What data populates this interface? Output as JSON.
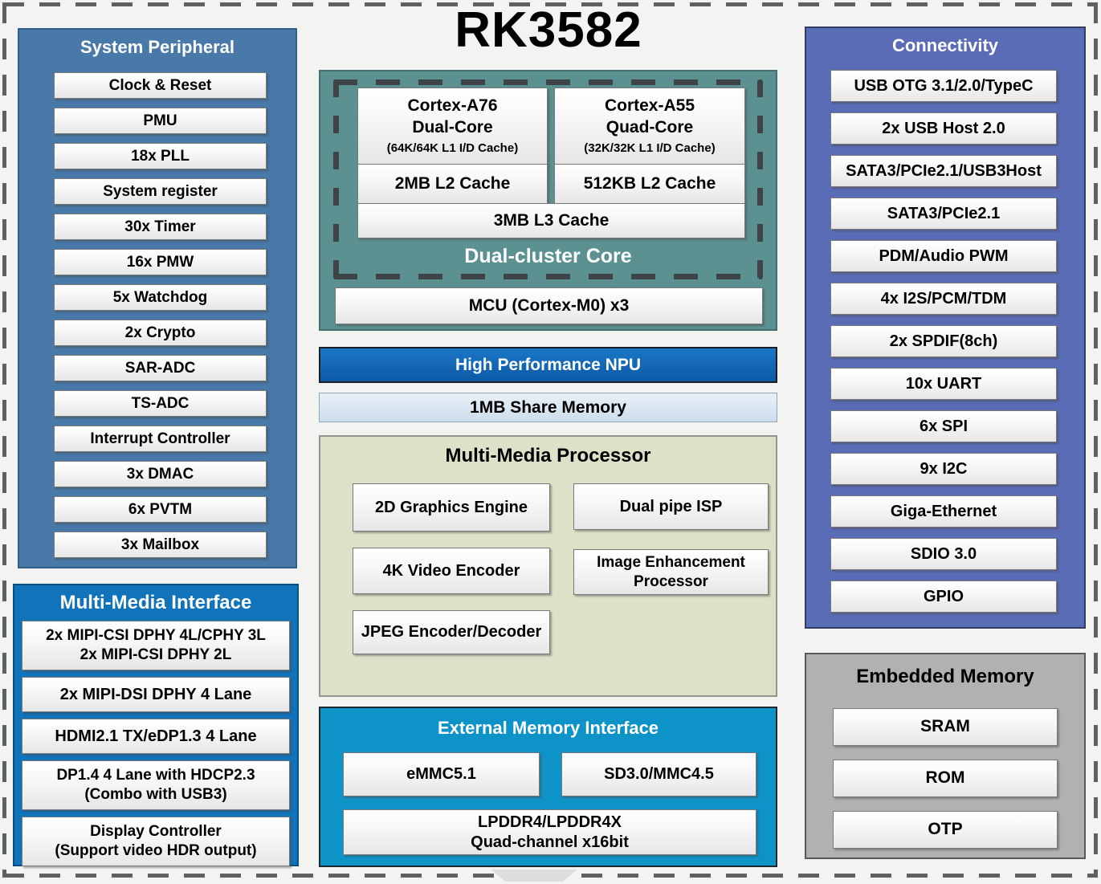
{
  "title": "RK3582",
  "system_peripheral": {
    "title": "System Peripheral",
    "items": [
      "Clock & Reset",
      "PMU",
      "18x PLL",
      "System register",
      "30x Timer",
      "16x PMW",
      "5x Watchdog",
      "2x Crypto",
      "SAR-ADC",
      "TS-ADC",
      "Interrupt Controller",
      "3x DMAC",
      "6x PVTM",
      "3x Mailbox"
    ]
  },
  "multi_media_interface": {
    "title": "Multi-Media Interface",
    "items": [
      {
        "line1": "2x MIPI-CSI DPHY 4L/CPHY 3L",
        "line2": "2x MIPI-CSI DPHY 2L"
      },
      {
        "line1": "2x MIPI-DSI DPHY 4 Lane"
      },
      {
        "line1": "HDMI2.1 TX/eDP1.3 4 Lane"
      },
      {
        "line1": "DP1.4 4 Lane with HDCP2.3",
        "line2": "(Combo with USB3)"
      },
      {
        "line1": "Display Controller",
        "line2": "(Support video HDR output)"
      }
    ]
  },
  "dual_cluster": {
    "label": "Dual-cluster Core",
    "a76": {
      "name": "Cortex-A76",
      "cores": "Dual-Core",
      "l1": "(64K/64K L1 I/D Cache)",
      "l2": "2MB L2 Cache"
    },
    "a55": {
      "name": "Cortex-A55",
      "cores": "Quad-Core",
      "l1": "(32K/32K L1 I/D Cache)",
      "l2": "512KB L2 Cache"
    },
    "l3": "3MB L3 Cache",
    "mcu": "MCU (Cortex-M0) x3"
  },
  "npu": {
    "label": "High Performance NPU"
  },
  "share_memory": {
    "label": "1MB Share Memory"
  },
  "multi_media_processor": {
    "title": "Multi-Media Processor",
    "items": {
      "graphics2d": "2D Graphics Engine",
      "isp": "Dual pipe ISP",
      "encoder4k": "4K Video Encoder",
      "iep_line1": "Image Enhancement",
      "iep_line2": "Processor",
      "jpeg": "JPEG Encoder/Decoder"
    }
  },
  "external_memory_interface": {
    "title": "External Memory Interface",
    "emmc": "eMMC5.1",
    "sd": "SD3.0/MMC4.5",
    "lpddr_line1": "LPDDR4/LPDDR4X",
    "lpddr_line2": "Quad-channel x16bit"
  },
  "connectivity": {
    "title": "Connectivity",
    "items": [
      "USB OTG 3.1/2.0/TypeC",
      "2x USB Host 2.0",
      "SATA3/PCIe2.1/USB3Host",
      "SATA3/PCIe2.1",
      "PDM/Audio PWM",
      "4x I2S/PCM/TDM",
      "2x SPDIF(8ch)",
      "10x UART",
      "6x SPI",
      "9x I2C",
      "Giga-Ethernet",
      "SDIO 3.0",
      "GPIO"
    ]
  },
  "embedded_memory": {
    "title": "Embedded Memory",
    "items": [
      "SRAM",
      "ROM",
      "OTP"
    ]
  },
  "colors": {
    "system_peripheral_bg": "#4879a8",
    "multi_media_interface_bg": "#1173ba",
    "dual_cluster_bg": "#5b9191",
    "npu_bar_bg": "#0f63b0",
    "share_memory_bg": "#dce8f4",
    "multi_media_processor_bg": "#dce2c8",
    "external_memory_bg": "#0e93c8",
    "connectivity_bg": "#5a6cb5",
    "embedded_memory_bg": "#b2b1b0",
    "item_box_bg": "#f2f2f2",
    "dashed_frame": "#5e6163"
  }
}
